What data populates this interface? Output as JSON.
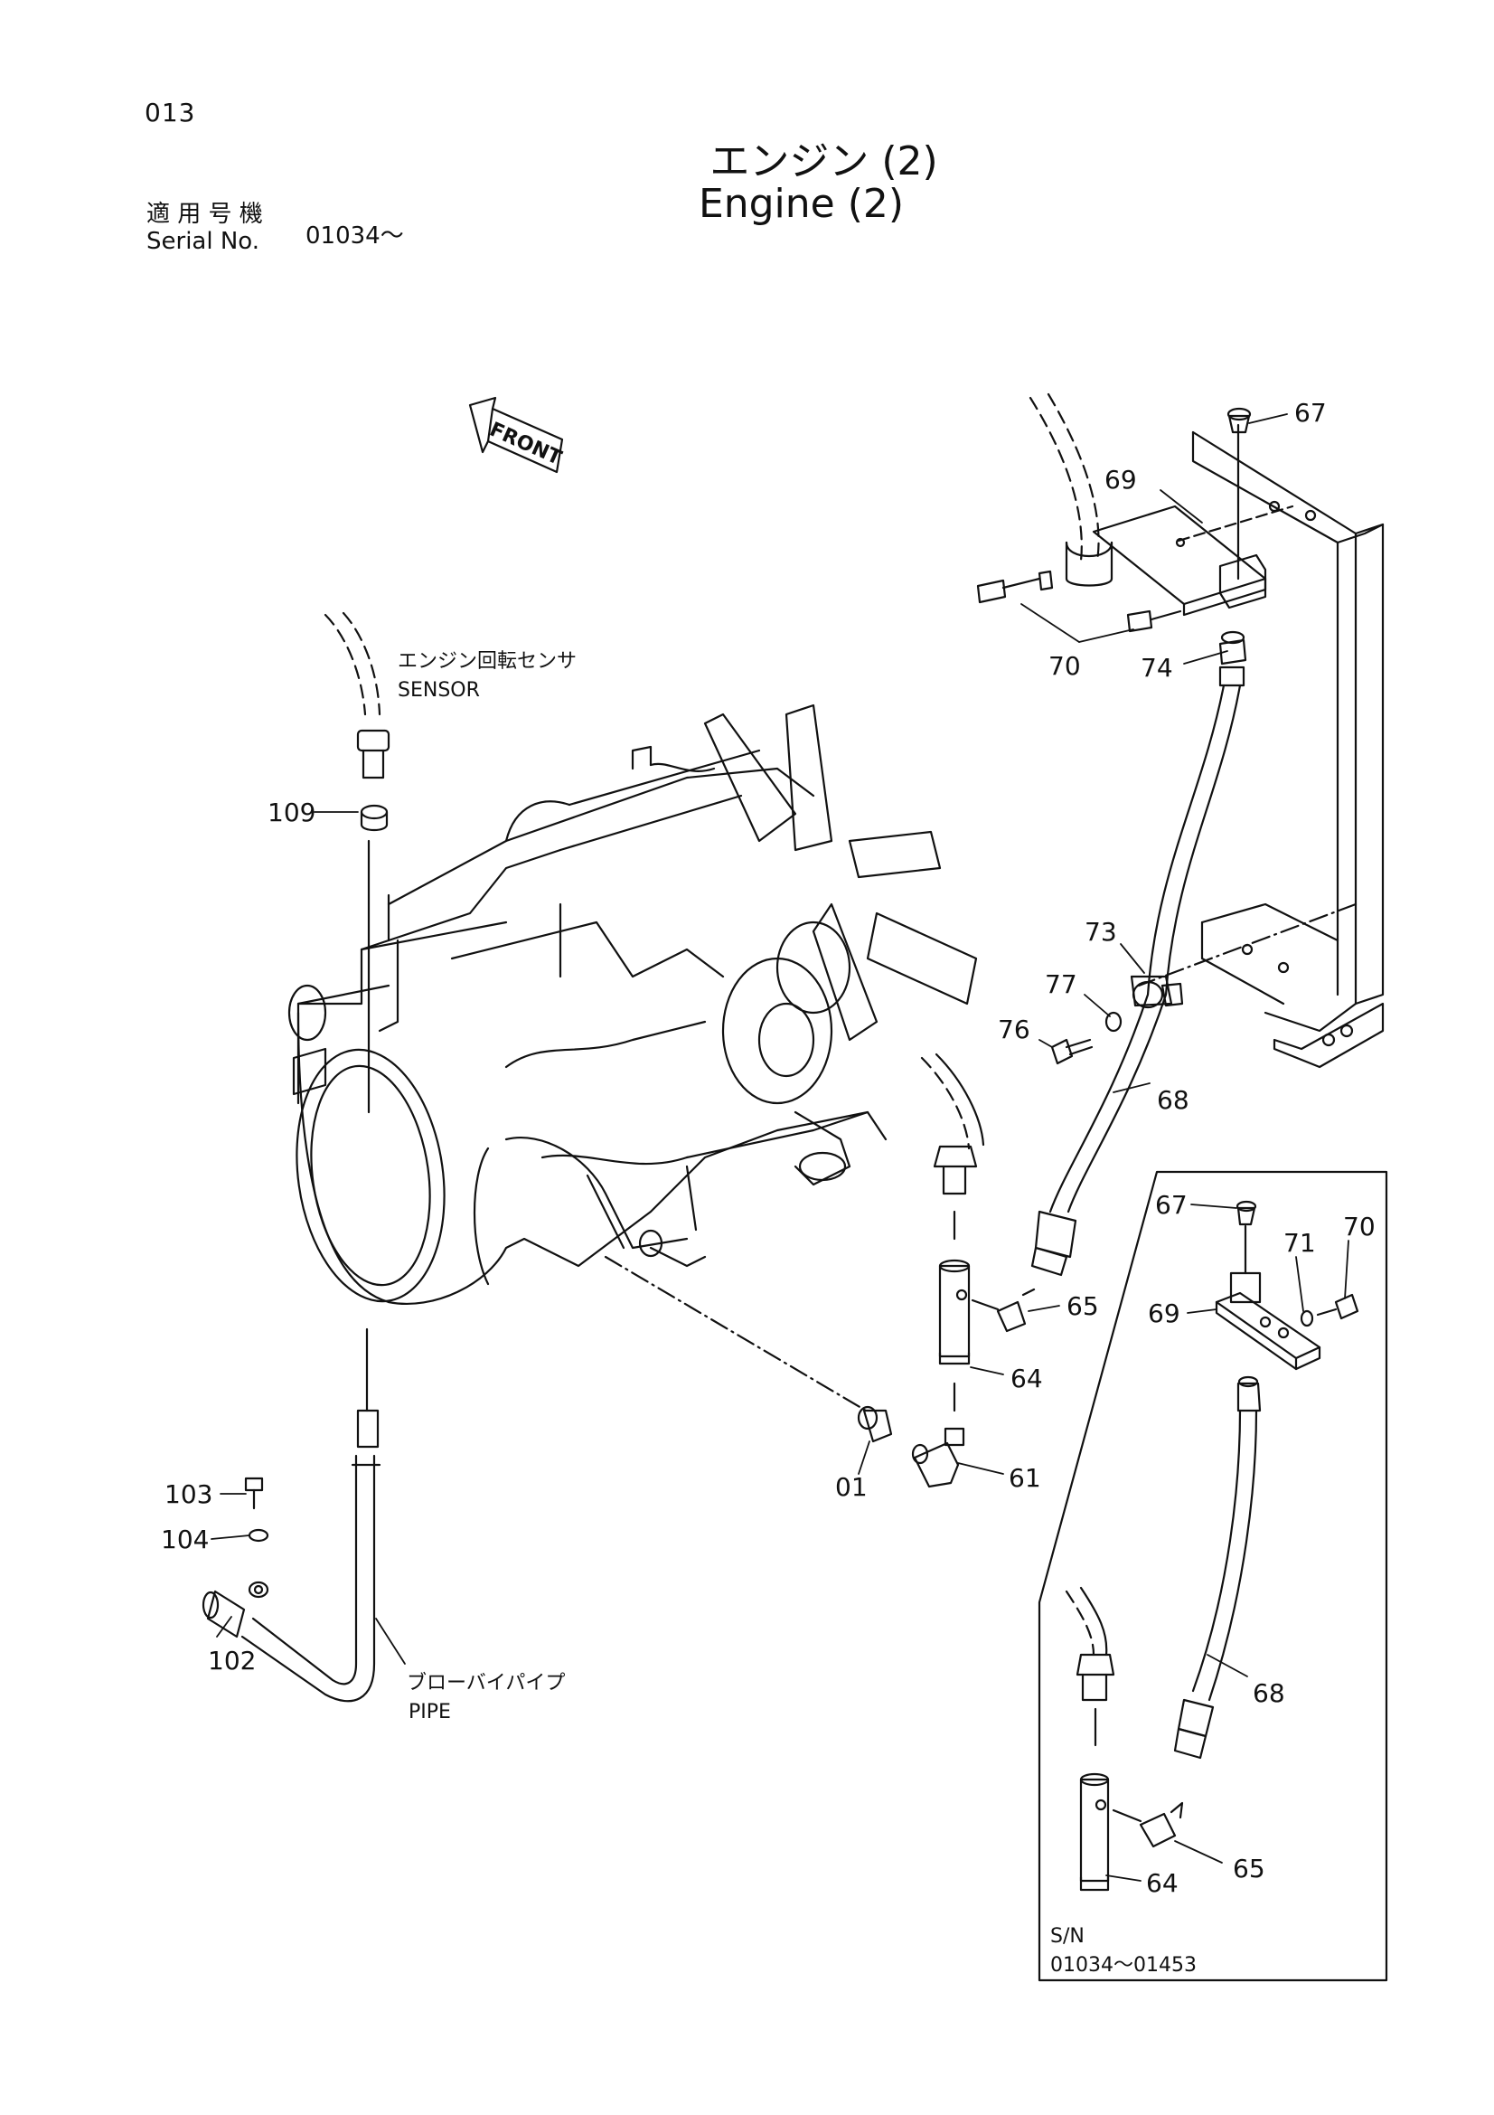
{
  "page_number": "013",
  "title_jp": "エンジン (2)",
  "title_en": "Engine (2)",
  "serial_label_jp": "適 用 号 機",
  "serial_label_en": "Serial No.",
  "serial_value": "01034～",
  "front_label": "FRONT",
  "sensor_label_jp": "エンジン回転センサ",
  "sensor_label_en": "SENSOR",
  "pipe_label_jp": "ブローバイパイプ",
  "pipe_label_en": "PIPE",
  "inset_sn": "S/N",
  "inset_range": "01034～01453",
  "callouts": {
    "c67": "67",
    "c69": "69",
    "c70": "70",
    "c74": "74",
    "c73": "73",
    "c77": "77",
    "c76": "76",
    "c68": "68",
    "c65": "65",
    "c64": "64",
    "c61": "61",
    "c01": "01",
    "c109": "109",
    "c103": "103",
    "c104": "104",
    "c102": "102",
    "i67": "67",
    "i71": "71",
    "i70": "70",
    "i69": "69",
    "i68": "68",
    "i64": "64",
    "i65": "65"
  }
}
